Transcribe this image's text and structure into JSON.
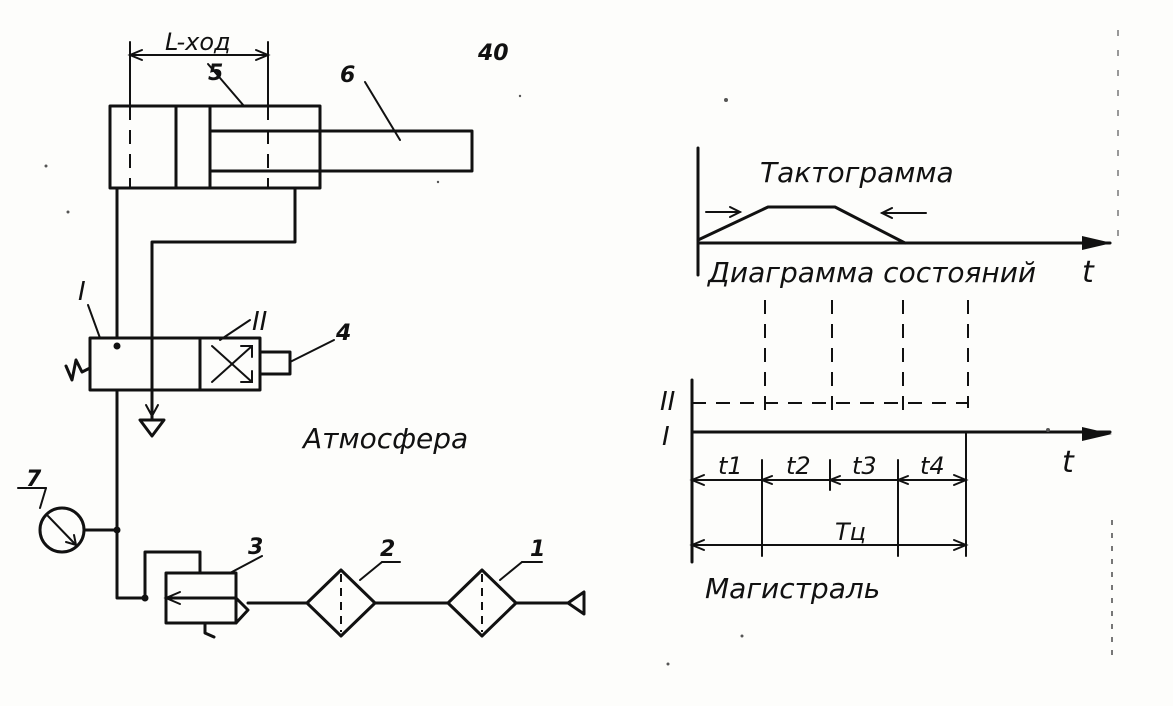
{
  "page_number": "40",
  "labels": {
    "stroke": "L-ход",
    "atmosphere": "Атмосфера",
    "main_line": "Магистраль",
    "cyclogram": "Тактограмма",
    "state_diagram": "Диаграмма состояний",
    "time_axis_top": "t",
    "time_axis_bottom": "t",
    "position_I_valve": "I",
    "position_II_valve": "II",
    "state_II": "II",
    "state_I": "I",
    "t1": "t1",
    "t2": "t2",
    "t3": "t3",
    "t4": "t4",
    "cycle_period": "Тц"
  },
  "components": {
    "c1": "1",
    "c2": "2",
    "c3": "3",
    "c4": "4",
    "c5": "5",
    "c6": "6",
    "c7": "7"
  }
}
